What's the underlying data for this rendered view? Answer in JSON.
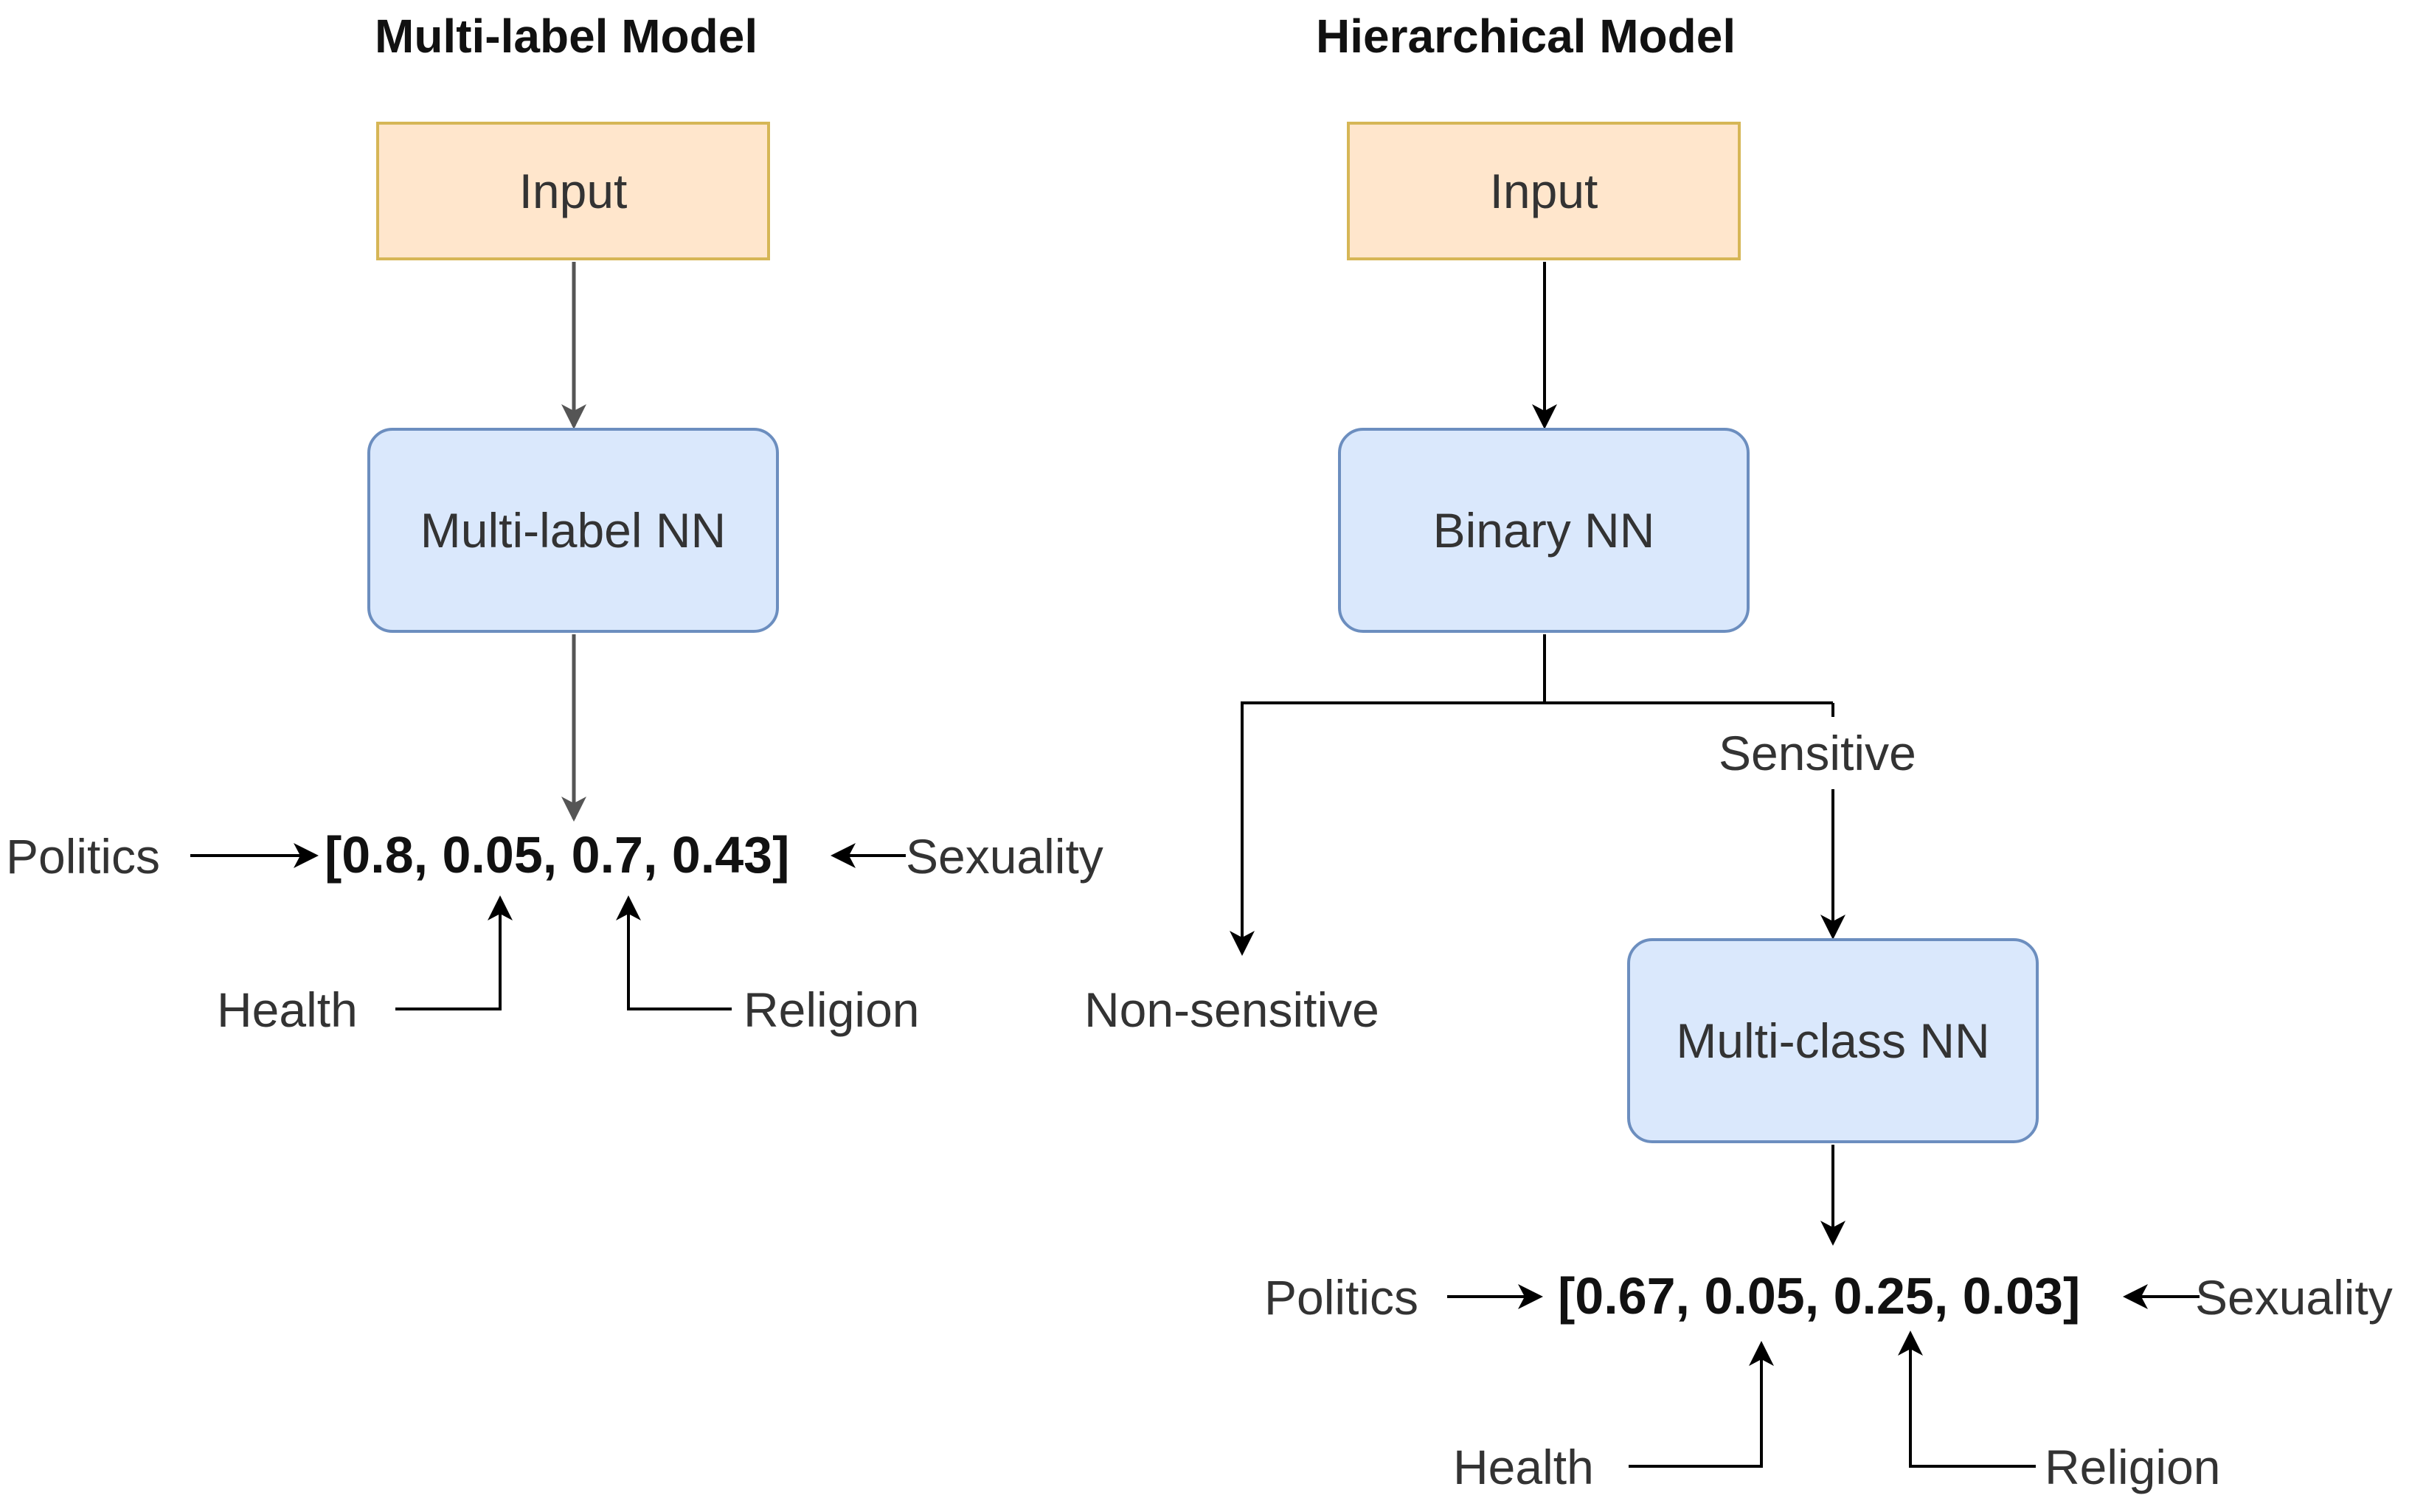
{
  "multilabel": {
    "title": "Multi-label Model",
    "input_label": "Input",
    "nn_label": "Multi-label NN",
    "output_vector": "[0.8, 0.05, 0.7, 0.43]",
    "labels": {
      "politics": "Politics",
      "health": "Health",
      "religion": "Religion",
      "sexuality": "Sexuality"
    }
  },
  "hierarchical": {
    "title": "Hierarchical Model",
    "input_label": "Input",
    "binary_nn_label": "Binary NN",
    "branch_sensitive": "Sensitive",
    "branch_non_sensitive": "Non-sensitive",
    "multiclass_nn_label": "Multi-class NN",
    "output_vector": "[0.67, 0.05, 0.25, 0.03]",
    "labels": {
      "politics": "Politics",
      "health": "Health",
      "religion": "Religion",
      "sexuality": "Sexuality"
    }
  },
  "colors": {
    "input_fill": "#ffe6cc",
    "input_stroke": "#d6b656",
    "nn_fill": "#dae8fc",
    "nn_stroke": "#6c8ebf",
    "edge_gray": "#555555",
    "edge_black": "#000000"
  }
}
